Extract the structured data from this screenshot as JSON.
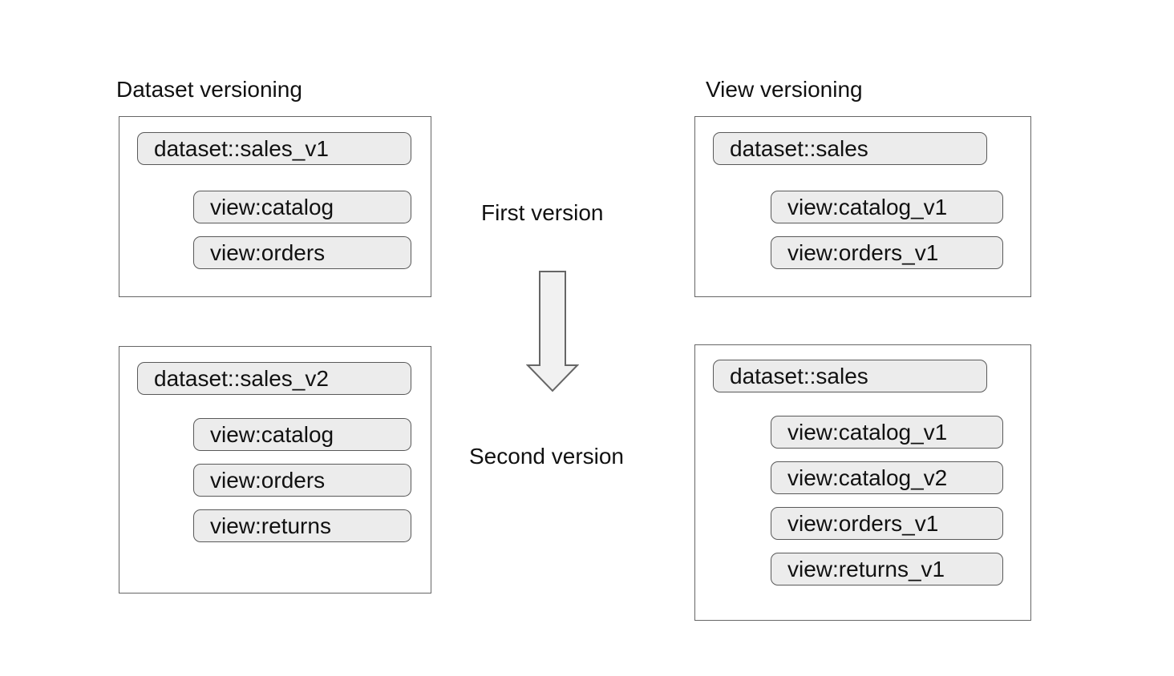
{
  "diagram": {
    "left_column": {
      "title": "Dataset versioning",
      "first_version_box": {
        "dataset": "dataset::sales_v1",
        "views": [
          "view:catalog",
          "view:orders"
        ]
      },
      "second_version_box": {
        "dataset": "dataset::sales_v2",
        "views": [
          "view:catalog",
          "view:orders",
          "view:returns"
        ]
      }
    },
    "right_column": {
      "title": "View versioning",
      "first_version_box": {
        "dataset": "dataset::sales",
        "views": [
          "view:catalog_v1",
          "view:orders_v1"
        ]
      },
      "second_version_box": {
        "dataset": "dataset::sales",
        "views": [
          "view:catalog_v1",
          "view:catalog_v2",
          "view:orders_v1",
          "view:returns_v1"
        ]
      }
    },
    "middle": {
      "first_label": "First version",
      "second_label": "Second version",
      "arrow_icon": "down-arrow"
    },
    "colors": {
      "pill_fill": "#ececec",
      "pill_border": "#595959",
      "box_border": "#666666",
      "arrow_fill": "#f1f1f1",
      "arrow_stroke": "#666666",
      "text": "#111111",
      "background": "#ffffff"
    }
  }
}
